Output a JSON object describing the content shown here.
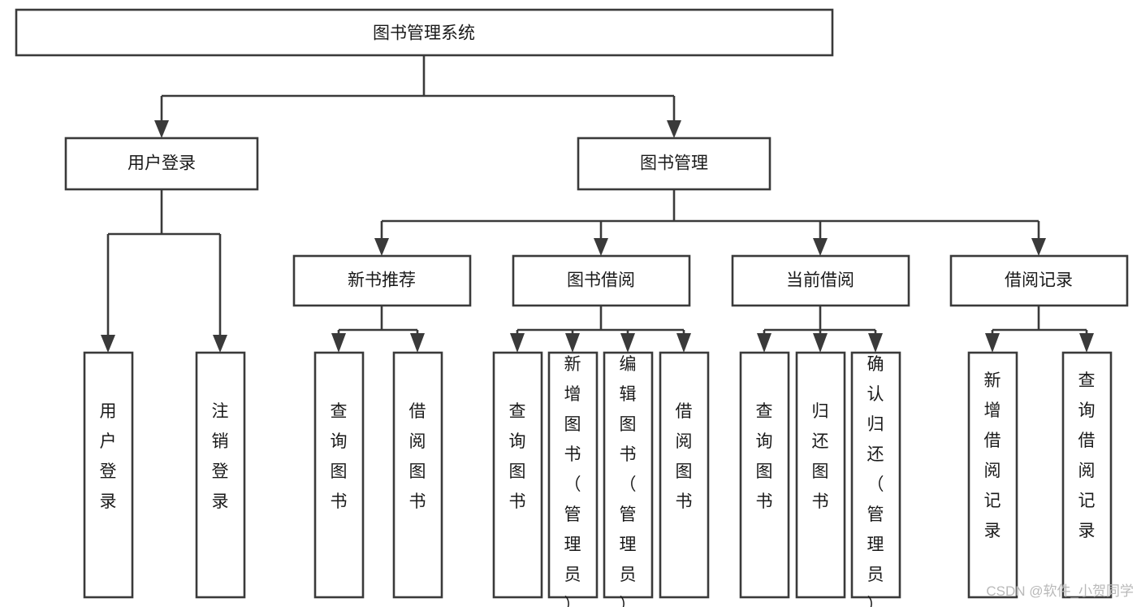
{
  "diagram": {
    "title_node": {
      "label": "图书管理系统"
    },
    "level2": [
      {
        "id": "user-login",
        "label": "用户登录"
      },
      {
        "id": "book-management",
        "label": "图书管理"
      }
    ],
    "level3": [
      {
        "id": "new-book-recommend",
        "label": "新书推荐"
      },
      {
        "id": "book-borrow",
        "label": "图书借阅"
      },
      {
        "id": "current-borrow",
        "label": "当前借阅"
      },
      {
        "id": "borrow-record",
        "label": "借阅记录"
      }
    ],
    "leaves": {
      "user_login": [
        {
          "id": "leaf-user-login",
          "label": "用户登录"
        },
        {
          "id": "leaf-logout-login",
          "label": "注销登录"
        }
      ],
      "new_book_recommend": [
        {
          "id": "leaf-query-book-1",
          "label": "查询图书"
        },
        {
          "id": "leaf-borrow-book-1",
          "label": "借阅图书"
        }
      ],
      "book_borrow": [
        {
          "id": "leaf-query-book-2",
          "label": "查询图书"
        },
        {
          "id": "leaf-add-book",
          "label": "新增图书（管理员）"
        },
        {
          "id": "leaf-edit-book",
          "label": "编辑图书（管理员）"
        },
        {
          "id": "leaf-borrow-book-2",
          "label": "借阅图书"
        }
      ],
      "current_borrow": [
        {
          "id": "leaf-query-book-3",
          "label": "查询图书"
        },
        {
          "id": "leaf-return-book",
          "label": "归还图书"
        },
        {
          "id": "leaf-confirm-return",
          "label": "确认归还（管理员）"
        }
      ],
      "borrow_record": [
        {
          "id": "leaf-add-record",
          "label": "新增借阅记录"
        },
        {
          "id": "leaf-query-record",
          "label": "查询借阅记录"
        }
      ]
    },
    "watermark": {
      "text": "CSDN @软件_小贺同学"
    },
    "colors": {
      "stroke": "#3a3a3a",
      "fill": "#ffffff",
      "text": "#1a1a1a",
      "watermark": "#b9b9b9",
      "background": "#ffffff"
    }
  }
}
